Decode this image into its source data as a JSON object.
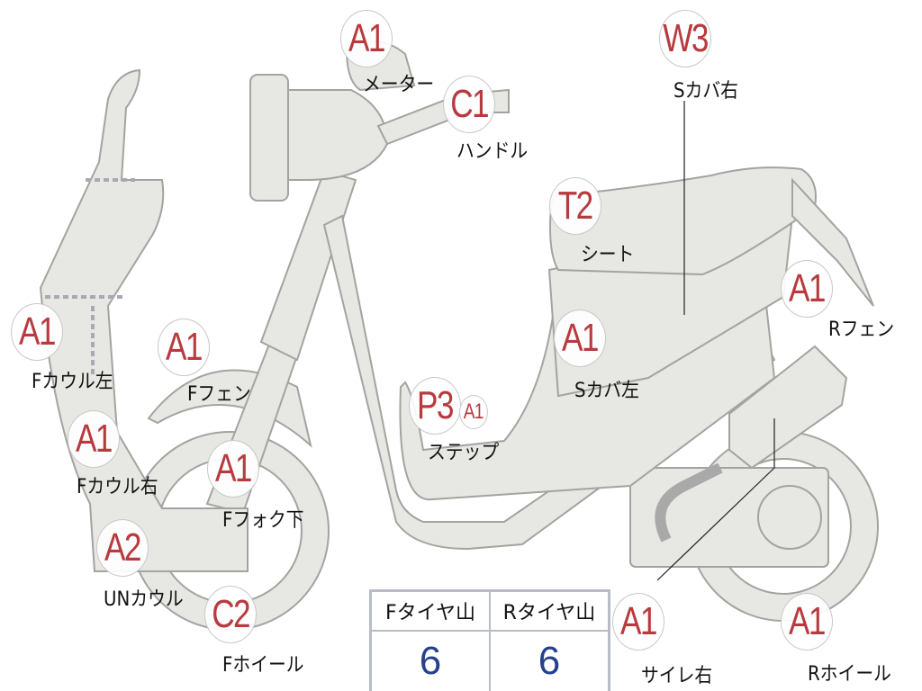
{
  "markers": [
    {
      "grade": "A1",
      "label": "メーター"
    },
    {
      "grade": "C1",
      "label": "ハンドル"
    },
    {
      "grade": "W3",
      "label": "Sカバ右"
    },
    {
      "grade": "T2",
      "label": "シート"
    },
    {
      "grade": "A1",
      "label": "Rフェン"
    },
    {
      "grade": "A1",
      "label": "Fカウル左"
    },
    {
      "grade": "A1",
      "label": "Fフェン"
    },
    {
      "grade": "A1",
      "label": "Sカバ左"
    },
    {
      "grade": "P3",
      "grade2": "A1",
      "label": "ステップ"
    },
    {
      "grade": "A1",
      "label": "Fカウル右"
    },
    {
      "grade": "A1",
      "label": "Fフォク下"
    },
    {
      "grade": "A2",
      "label": "UNカウル"
    },
    {
      "grade": "C2",
      "label": "Fホイール"
    },
    {
      "grade": "A1",
      "label": "サイレ右"
    },
    {
      "grade": "A1",
      "label": "Rホイール"
    }
  ],
  "tread": {
    "front_label": "Fタイヤ山",
    "rear_label": "Rタイヤ山",
    "front_value": "6",
    "rear_value": "6"
  },
  "colors": {
    "grade_text": "#b83a3f",
    "tread_value": "#26418c",
    "part_fill": "#e7e7e3"
  }
}
